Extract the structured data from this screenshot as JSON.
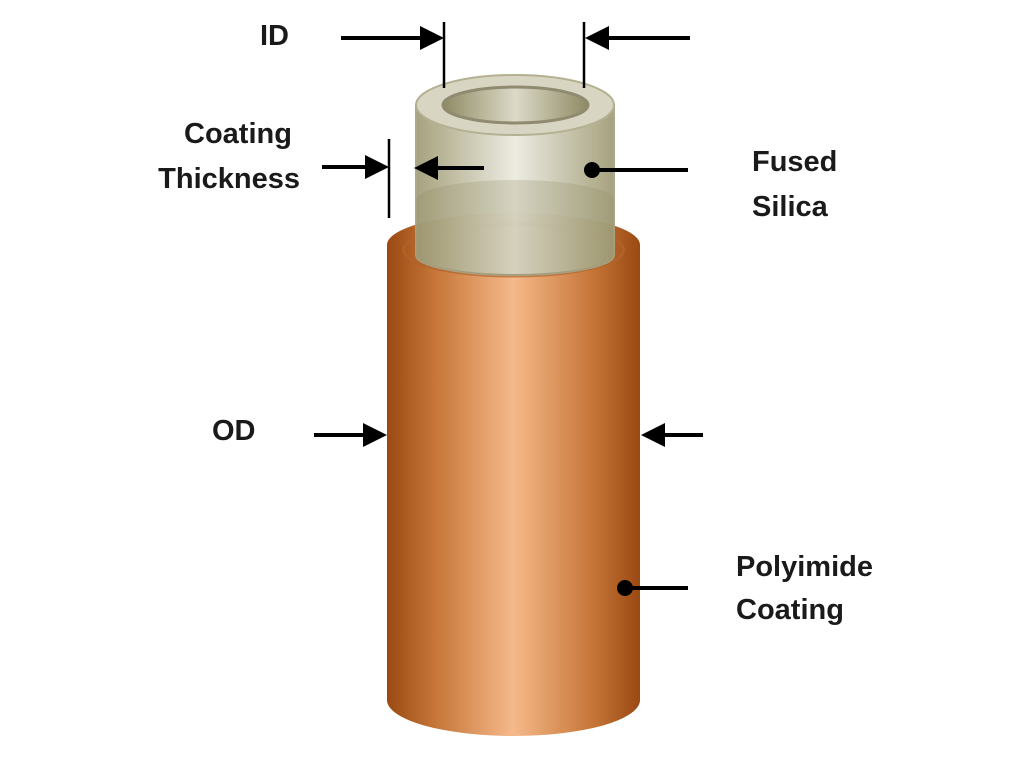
{
  "labels": {
    "id": "ID",
    "coating_thickness": [
      "Coating",
      "Thickness"
    ],
    "fused_silica": [
      "Fused",
      "Silica"
    ],
    "od": "OD",
    "polyimide_coating": [
      "Polyimide",
      "Coating"
    ]
  },
  "colors": {
    "polyimide": "#c8783a",
    "polyimide_dark": "#9a4a12",
    "polyimide_light": "#f5b98a",
    "silica": "#b8b390",
    "silica_light": "#ecebe0",
    "arrow": "#000000"
  }
}
